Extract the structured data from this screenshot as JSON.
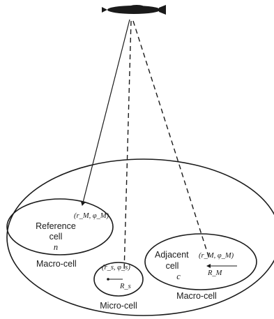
{
  "satellite": {
    "icon": "satellite-icon"
  },
  "reference_cell": {
    "coord": "(r_M, φ_M)",
    "name_line1": "Reference",
    "name_line2": "cell",
    "index": "n",
    "type_label": "Macro-cell"
  },
  "micro_cell": {
    "coord": "(r_s, φ_s)",
    "radius": "R_s",
    "type_label": "Micro-cell"
  },
  "adjacent_cell": {
    "name_line1": "Adjacent",
    "name_line2": "cell",
    "coord": "(r_M, φ_M)",
    "radius": "R_M",
    "index": "c",
    "type_label": "Macro-cell"
  },
  "colors": {
    "ink": "#1a1a1a",
    "background": "#ffffff"
  }
}
